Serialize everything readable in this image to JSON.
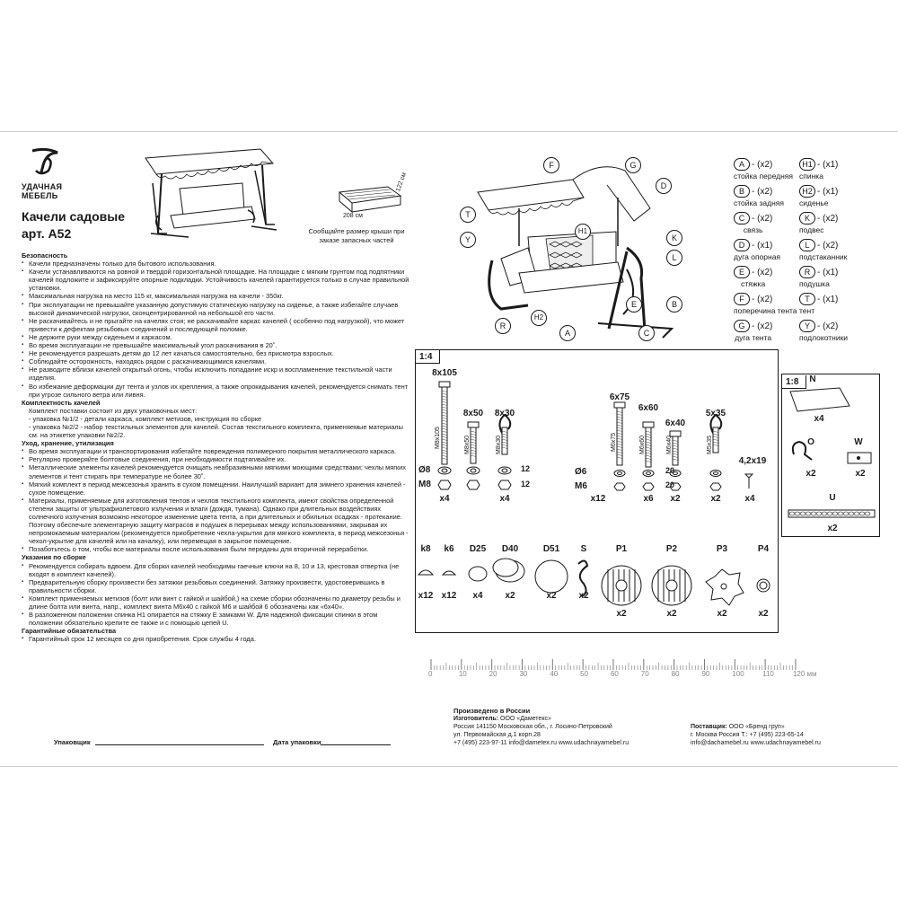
{
  "brand": {
    "line1": "УДАЧНАЯ",
    "line2": "МЕБЕЛЬ"
  },
  "title": {
    "line1": "Качели садовые",
    "line2": "арт. А52"
  },
  "roof": {
    "width": "208 см",
    "depth": "122 см",
    "note": "Сообщайте размер крыши при заказе запасных частей"
  },
  "sections": [
    {
      "type": "h",
      "text": "Безопасность"
    },
    {
      "type": "b",
      "text": "Качели предназначены только для бытового использования."
    },
    {
      "type": "b",
      "text": "Качели устанавливаются на ровной и твердой горизонтальной площадке. На площадке с мягким грунтом под подпятники качелей подложите и зафиксируйте опорные подкладки. Устойчивость качелей гарантируется только в случае правильной установки."
    },
    {
      "type": "b",
      "text": "Максимальная нагрузка на место 115 кг, максимальная нагрузка на качели - 350кг."
    },
    {
      "type": "b",
      "text": "При эксплуатации не превышайте указанную допустимую статическую нагрузку на сиденье, а также избегайте случаев высокой динамической нагрузки, сконцентрированной на небольшой его части."
    },
    {
      "type": "b",
      "text": "Не раскачивайтесь и не прыгайте на качелях стоя; не раскачивайте каркас качелей ( особенно под нагрузкой), что может привести к дефектам резьбовых соединений и последующей поломке."
    },
    {
      "type": "b",
      "text": "Не держите руки между сиденьем и каркасом."
    },
    {
      "type": "b",
      "text": "Во время эксплуатации не превышайте максимальный угол раскачивания в 20˚."
    },
    {
      "type": "b",
      "text": "Не рекомендуется разрешать детям до 12 лет качаться самостоятельно, без присмотра взрослых."
    },
    {
      "type": "b",
      "text": "Соблюдайте осторожность, находясь рядом с раскачивающимися качелями."
    },
    {
      "type": "b",
      "text": "Не разводите вблизи качелей открытый огонь, чтобы исключить попадание искр и воспламенение текстильной части изделия."
    },
    {
      "type": "b",
      "text": "Во избежание деформации дуг тента и узлов их крепления, а также опрокидывания качелей, рекомендуется снимать тент при угрозе сильного ветра или ливня."
    },
    {
      "type": "h",
      "text": "Комплектность качелей"
    },
    {
      "type": "i",
      "text": "Комплект поставки состоит из двух упаковочных мест:"
    },
    {
      "type": "i",
      "text": "- упаковка №1/2 - детали каркаса, комплект метизов, инструкция по сборке"
    },
    {
      "type": "i",
      "text": "- упаковка №2/2 - набор текстильных элементов для качелей. Состав текстильного комплекта, применяемые материалы см. на этикетке упаковки №2/2."
    },
    {
      "type": "h",
      "text": "Уход, хранение, утилизация"
    },
    {
      "type": "b",
      "text": "Во время эксплуатации и транспортирования избегайте повреждения полимерного покрытия металлического каркаса."
    },
    {
      "type": "b",
      "text": "Регулярно проверяйте болтовые соединения, при необходимости подтягивайте их."
    },
    {
      "type": "b",
      "text": "Металлические элементы качелей рекомендуется очищать неабразивными мягкими моющими средствами; чехлы мягких элементов и тент стирать при температуре не более 30˚."
    },
    {
      "type": "b",
      "text": "Мягкий комплект в период межсезонья хранить в сухом помещении. Наилучший вариант для зимнего хранения качелей - сухое помещение."
    },
    {
      "type": "b",
      "text": "Материалы, применяемые для изготовления тентов и чехлов текстильного комплекта, имеют свойства определенной степени защиты от ультрафиолетового излучения и влаги (дождя, тумана). Однако при длительных воздействиях солнечного излучения возможно некоторое изменение цвета тента, а при длительных и обильных осадках - протекание. Поэтому обеспечьте элементарную защиту матрасов и подушек в перерывах между использованиями, закрывая их непромокаемым материалом (рекомендуется приобретение чехла-укрытия для мягкого комплекта, в период межсезонья - чехол-укрытие для качелей или на качалку), или перемещая в закрытое помещение."
    },
    {
      "type": "b",
      "text": "Позаботьтесь о том, чтобы все материалы после использования были переданы для вторичной переработки."
    },
    {
      "type": "h",
      "text": "Указания по сборке"
    },
    {
      "type": "b",
      "text": "Рекомендуется собирать вдвоем. Для сборки качелей необходимы гаечные ключи на 8, 10 и 13, крестовая отвертка (не входят в комплект качелей)."
    },
    {
      "type": "b",
      "text": "Предварительную сборку произвести без затяжки резьбовых соединений. Затяжку произвести, удостоверившись в правильности сборки."
    },
    {
      "type": "b",
      "text": "Комплект применяемых метизов (болт или винт с гайкой и шайбой,) на схеме сборки обозначены по диаметру резьбы и длине болта или винта, напр., комплект винта М6х40 с гайкой М6 и шайбой 6 обозначены как «6х40»."
    },
    {
      "type": "b",
      "text": "В разложенном положении спинка H1 опирается на стяжку E замками W. Для надежной фиксации спинки в этом положении обязательно крепите ее также и с помощью цепей U."
    },
    {
      "type": "h",
      "text": "Гарантийные обязательства"
    },
    {
      "type": "b",
      "text": "Гарантийный срок 12 месяцев со дня приобретения. Срок службы 4 года."
    }
  ],
  "signatures": {
    "packer": "Упаковщик",
    "date": "Дата упаковки"
  },
  "legend": [
    {
      "code": "A",
      "qty": "- (x2)",
      "name": "стойка передняя"
    },
    {
      "code": "B",
      "qty": "- (x2)",
      "name": "стойка задняя"
    },
    {
      "code": "C",
      "qty": "- (x2)",
      "name": "связь"
    },
    {
      "code": "D",
      "qty": "- (x1)",
      "name": "дуга опорная"
    },
    {
      "code": "E",
      "qty": "- (x2)",
      "name": "стяжка"
    },
    {
      "code": "F",
      "qty": "- (x2)",
      "name": "поперечина тента"
    },
    {
      "code": "G",
      "qty": "- (x2)",
      "name": "дуга тента"
    },
    {
      "code": "H1",
      "qty": "- (x1)",
      "name": "спинка"
    },
    {
      "code": "H2",
      "qty": "- (x1)",
      "name": "сиденье"
    },
    {
      "code": "K",
      "qty": "- (x2)",
      "name": "подвес"
    },
    {
      "code": "L",
      "qty": "- (x2)",
      "name": "подстаканник"
    },
    {
      "code": "R",
      "qty": "- (x1)",
      "name": "подушка"
    },
    {
      "code": "T",
      "qty": "- (x1)",
      "name": "тент"
    },
    {
      "code": "Y",
      "qty": "- (x2)",
      "name": "подлокотники"
    }
  ],
  "callouts": [
    "F",
    "G",
    "D",
    "T",
    "Y",
    "H1",
    "K",
    "L",
    "B",
    "E",
    "C",
    "A",
    "H2",
    "R"
  ],
  "scale1": "1:4",
  "scale2": "1:8",
  "bolts": [
    {
      "size": "8x105",
      "spec": "M8x105"
    },
    {
      "size": "8x50",
      "spec": "M8x50"
    },
    {
      "size": "8x30",
      "spec": "M8x30"
    },
    {
      "size": "6x75",
      "spec": "M6x75"
    },
    {
      "size": "6x60",
      "spec": "M6x60"
    },
    {
      "size": "6x40",
      "spec": "M6x40"
    },
    {
      "size": "5x35",
      "spec": "M5x35"
    },
    {
      "size": "4,2x19",
      "spec": ""
    }
  ],
  "washers": {
    "d8": "Ø8",
    "m8": "M8",
    "d6": "Ø6",
    "m6": "M6",
    "n12a": "12",
    "n12b": "12",
    "n20a": "20",
    "n20b": "20"
  },
  "counts": {
    "b8x105": "x4",
    "b8x30": "x4",
    "b6x75": "x12",
    "b6x60": "x6",
    "b6x40": "x2",
    "b5x35": "x2",
    "b42": "x4"
  },
  "parts": [
    {
      "code": "k8",
      "qty": "x12"
    },
    {
      "code": "k6",
      "qty": "x12"
    },
    {
      "code": "D25",
      "qty": "x4"
    },
    {
      "code": "D40",
      "qty": "x2"
    },
    {
      "code": "D51",
      "qty": "x2"
    },
    {
      "code": "S",
      "qty": "x2"
    },
    {
      "code": "P1",
      "qty": "x2"
    },
    {
      "code": "P2",
      "qty": "x2"
    },
    {
      "code": "P3",
      "qty": "x2"
    },
    {
      "code": "P4",
      "qty": "x2"
    }
  ],
  "parts8": [
    {
      "code": "N",
      "qty": "x4"
    },
    {
      "code": "O",
      "qty": "x2"
    },
    {
      "code": "W",
      "qty": "x2"
    },
    {
      "code": "U",
      "qty": "x2"
    }
  ],
  "ruler": {
    "ticks": [
      "0",
      "10",
      "20",
      "30",
      "40",
      "50",
      "60",
      "70",
      "80",
      "90",
      "100",
      "110",
      "120 мм"
    ]
  },
  "footer": {
    "made": "Произведено в России",
    "maker_label": "Изготовитель:",
    "maker": "ООО «Даметекс»",
    "addr1": "Россия 141150 Московская обл., г. Лосино-Петровский",
    "addr2": "ул. Первомайская д.1 корп.28",
    "contact": "+7 (495) 223-97-11 info@dametex.ru www.udachnayamebel.ru",
    "sup_label": "Поставщик:",
    "sup": "ООО «Бренд груп»",
    "sup_addr": "г. Москва Россия Т.: +7 (495) 223-65-14",
    "sup_contact": "info@dachamebel.ru www.udachnayamebel.ru"
  }
}
